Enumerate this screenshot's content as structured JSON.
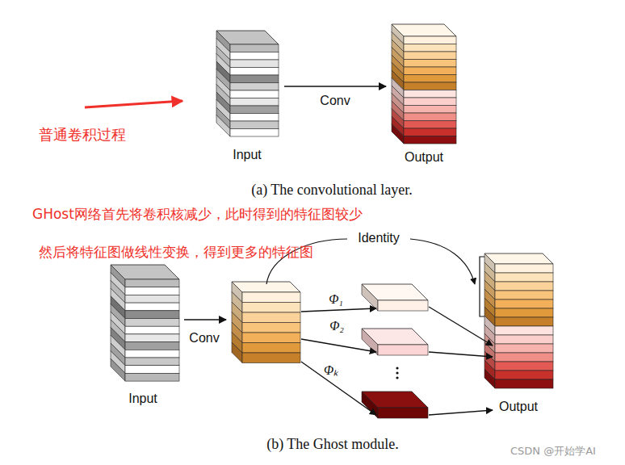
{
  "diagram": {
    "nodes": [
      {
        "text": [
          "Input"
        ]
      },
      {
        "text": [
          "Output"
        ]
      },
      {
        "text": [
          "Input"
        ]
      },
      {
        "text": [
          "Output"
        ]
      }
    ],
    "edges": [
      {
        "from": 0,
        "to": 1,
        "label": "Conv",
        "arrow": "to"
      }
    ],
    "labels": [
      "普通卷积过程",
      "(a) The convolutional layer.",
      "GHost网络首先将卷积核减少，此时得到的特征图较少",
      "然后将特征图做线性变换，得到更多的特征图",
      "Identity",
      "Conv",
      "Φ₁",
      "Φ₂",
      "Φₖ",
      "(b) The Ghost module.",
      "CSDN @开始学AI"
    ]
  }
}
